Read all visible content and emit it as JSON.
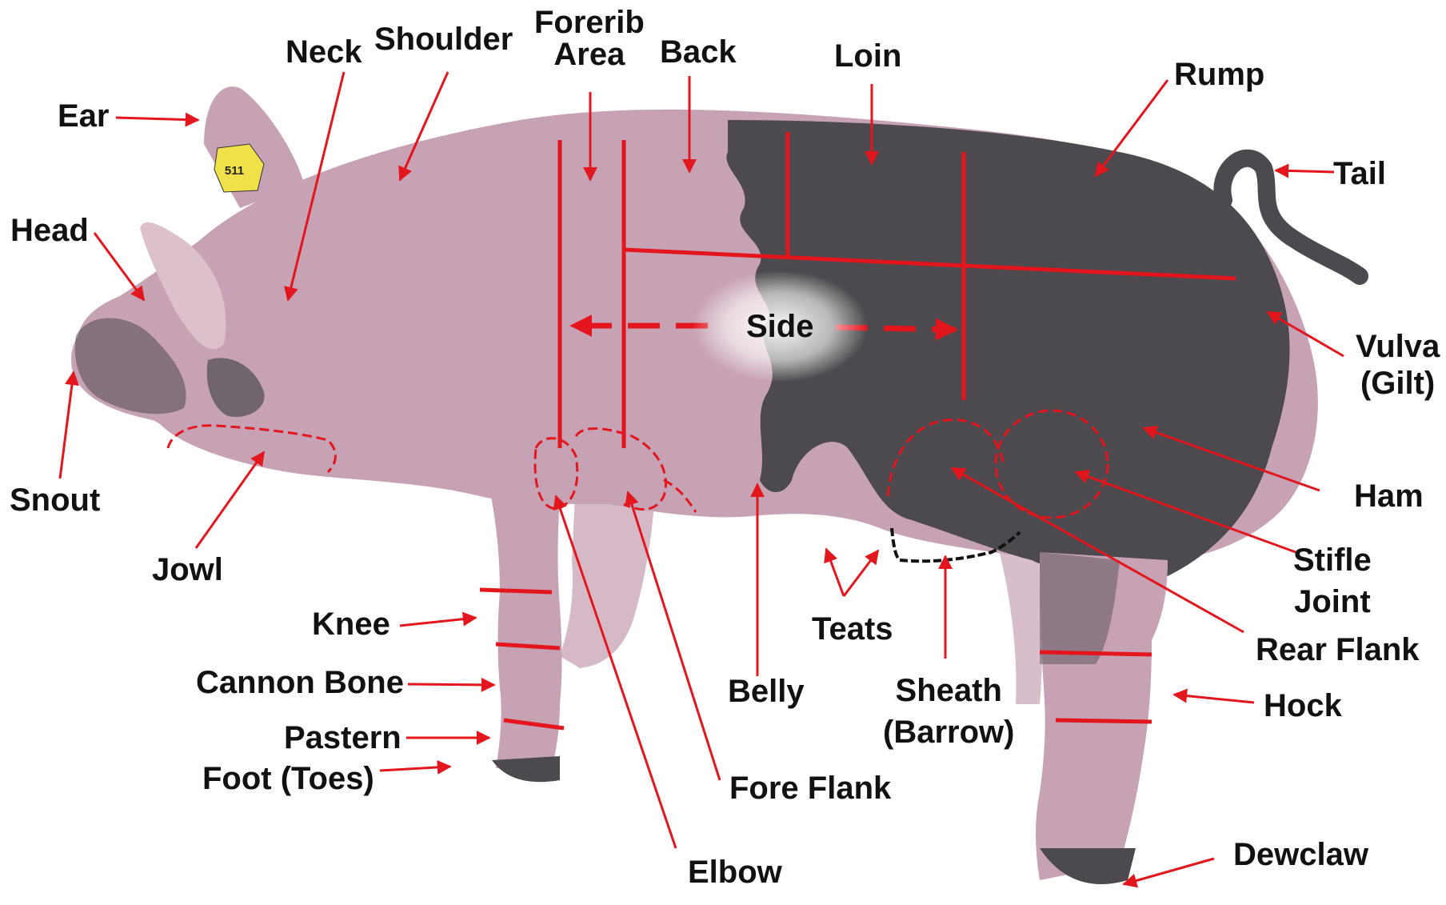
{
  "colors": {
    "skin": "#c7a1b4",
    "skin_light": "#dcc0cc",
    "dark_patch": "#4c4a4e",
    "annotation": "#e3161d",
    "sheath_outline": "#111111",
    "ear_tag": "#f0e14a"
  },
  "ear_tag_number": "511",
  "labels": {
    "ear": "Ear",
    "neck": "Neck",
    "shoulder": "Shoulder",
    "forerib_1": "Forerib",
    "forerib_2": "Area",
    "back": "Back",
    "loin": "Loin",
    "rump": "Rump",
    "tail": "Tail",
    "head": "Head",
    "vulva_1": "Vulva",
    "vulva_2": "(Gilt)",
    "side": "Side",
    "snout": "Snout",
    "jowl": "Jowl",
    "ham": "Ham",
    "stifle_1": "Stifle",
    "stifle_2": "Joint",
    "rear_flank": "Rear Flank",
    "knee": "Knee",
    "teats": "Teats",
    "cannon_bone": "Cannon Bone",
    "belly": "Belly",
    "sheath_1": "Sheath",
    "sheath_2": "(Barrow)",
    "hock": "Hock",
    "pastern": "Pastern",
    "foot": "Foot (Toes)",
    "fore_flank": "Fore Flank",
    "dewclaw": "Dewclaw",
    "elbow": "Elbow"
  }
}
